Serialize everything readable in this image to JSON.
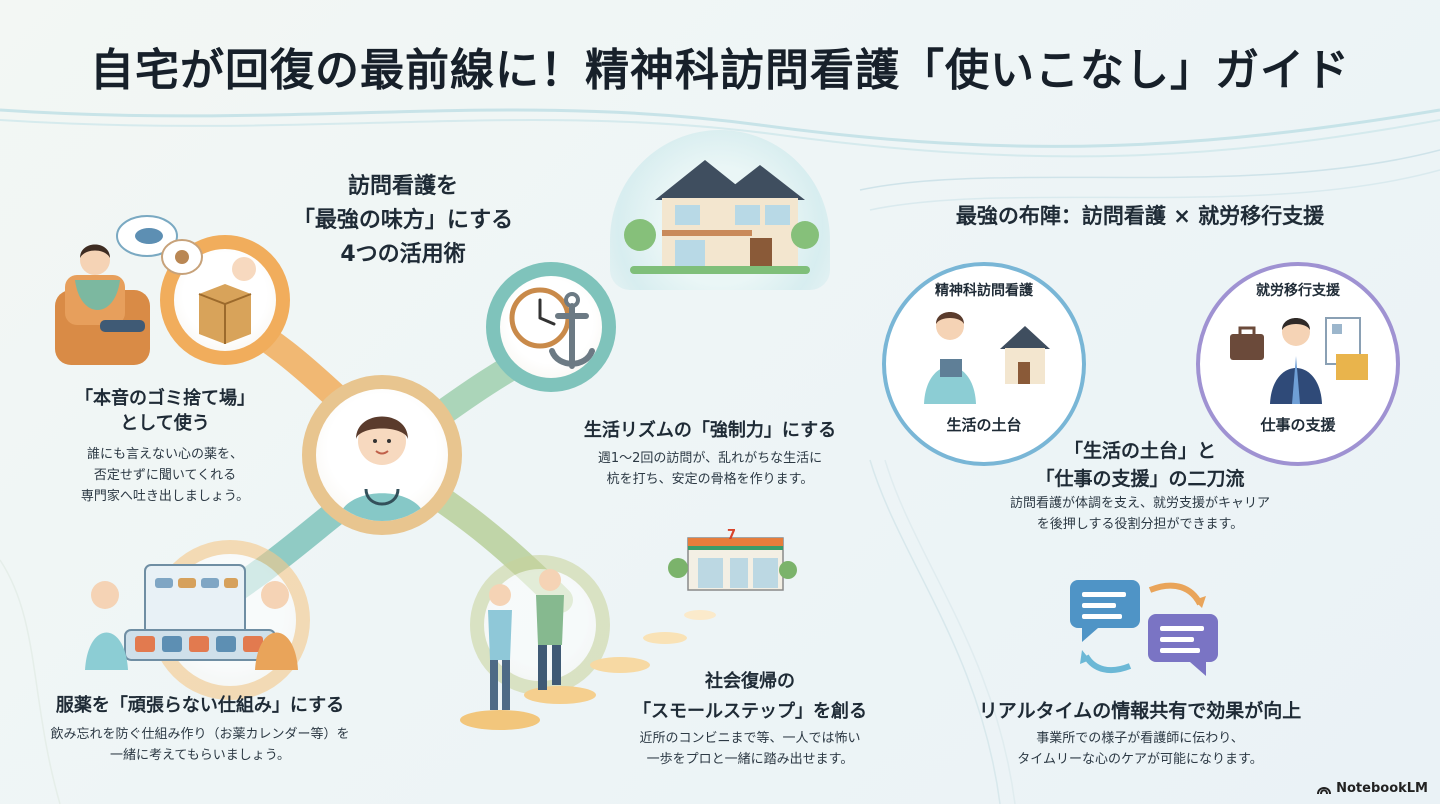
{
  "title": "自宅が回復の最前線に！精神科訪問看護「使いこなし」ガイド",
  "left": {
    "heading_line1": "訪問看護を",
    "heading_line2": "「最強の味方」にする",
    "heading_line3": "4つの活用術",
    "tips": [
      {
        "title_line1": "「本音のゴミ捨て場」",
        "title_line2": "として使う",
        "body_line1": "誰にも言えない心の薬を、",
        "body_line2": "否定せずに聞いてくれる",
        "body_line3": "専門家へ吐き出しましょう。"
      },
      {
        "title_line1": "生活リズムの「強制力」にする",
        "body_line1": "週1～2回の訪問が、乱れがちな生活に",
        "body_line2": "杭を打ち、安定の骨格を作ります。"
      },
      {
        "title_line1": "服薬を「頑張らない仕組み」にする",
        "body_line1": "飲み忘れを防ぐ仕組み作り（お薬カレンダー等）を",
        "body_line2": "一緒に考えてもらいましょう。"
      },
      {
        "title_line1": "社会復帰の",
        "title_line2": "「スモールステップ」を創る",
        "body_line1": "近所のコンビニまで等、一人では怖い",
        "body_line2": "一歩をプロと一緒に踏み出せます。"
      }
    ]
  },
  "right": {
    "heading": "最強の布陣：訪問看護 × 就労移行支援",
    "nursing": {
      "label": "精神科訪問看護",
      "caption": "生活の土台"
    },
    "employment": {
      "label": "就労移行支援",
      "caption": "仕事の支援"
    },
    "dual_title_line1": "「生活の土台」と",
    "dual_title_line2": "「仕事の支援」の二刀流",
    "dual_body_line1": "訪問看護が体調を支え、就労支援がキャリア",
    "dual_body_line2": "を後押しする役割分担ができます。",
    "share_title": "リアルタイムの情報共有で効果が向上",
    "share_body_line1": "事業所での様子が看護師に伝わり、",
    "share_body_line2": "タイムリーな心のケアが可能になります。"
  },
  "store_sign": "7",
  "footer_brand": "NotebookLM",
  "colors": {
    "orange": "#f1ad5c",
    "teal": "#7fc3bb",
    "blue_ring": "#79b6d6",
    "purple_ring": "#9f92d2"
  }
}
